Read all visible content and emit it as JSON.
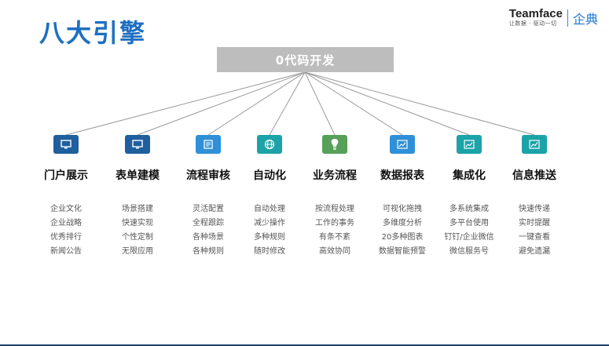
{
  "header": {
    "title": "八大引擎",
    "brand_name": "Teamface",
    "brand_tagline": "让数据 · 驱动一切",
    "brand_cn": "企典"
  },
  "banner": {
    "label": "0代码开发"
  },
  "colors": {
    "title": "#1e6fc1",
    "banner_bg": "#bdbdbd",
    "line": "#9a9a9a"
  },
  "engines": [
    {
      "title": "门户展示",
      "icon": "monitor-icon",
      "color": "#1f5f9e",
      "features": [
        "企业文化",
        "企业战略",
        "优秀排行",
        "新闻公告"
      ]
    },
    {
      "title": "表单建模",
      "icon": "monitor-icon",
      "color": "#1f5f9e",
      "features": [
        "场景搭建",
        "快速实现",
        "个性定制",
        "无限应用"
      ]
    },
    {
      "title": "流程审核",
      "icon": "document-icon",
      "color": "#2f8fd8",
      "features": [
        "灵活配置",
        "全程跟踪",
        "各种场景",
        "各种规则"
      ]
    },
    {
      "title": "自动化",
      "icon": "globe-icon",
      "color": "#1ba3a8",
      "features": [
        "自动处理",
        "减少操作",
        "多种规则",
        "随时修改"
      ]
    },
    {
      "title": "业务流程",
      "icon": "bulb-icon",
      "color": "#56a05a",
      "features": [
        "按流程处理",
        "工作的事务",
        "有条不紊",
        "高效协同"
      ]
    },
    {
      "title": "数据报表",
      "icon": "chart-icon",
      "color": "#2f8fd8",
      "features": [
        "可视化拖拽",
        "多维度分析",
        "20多种图表",
        "数据智能预警"
      ]
    },
    {
      "title": "集成化",
      "icon": "chart-icon",
      "color": "#1ba3a8",
      "features": [
        "多系统集成",
        "多平台使用",
        "钉钉/企业微信",
        "微信服务号"
      ]
    },
    {
      "title": "信息推送",
      "icon": "chart-icon",
      "color": "#1ba3a8",
      "features": [
        "快速传递",
        "实时提醒",
        "一键查看",
        "避免遗漏"
      ]
    }
  ]
}
